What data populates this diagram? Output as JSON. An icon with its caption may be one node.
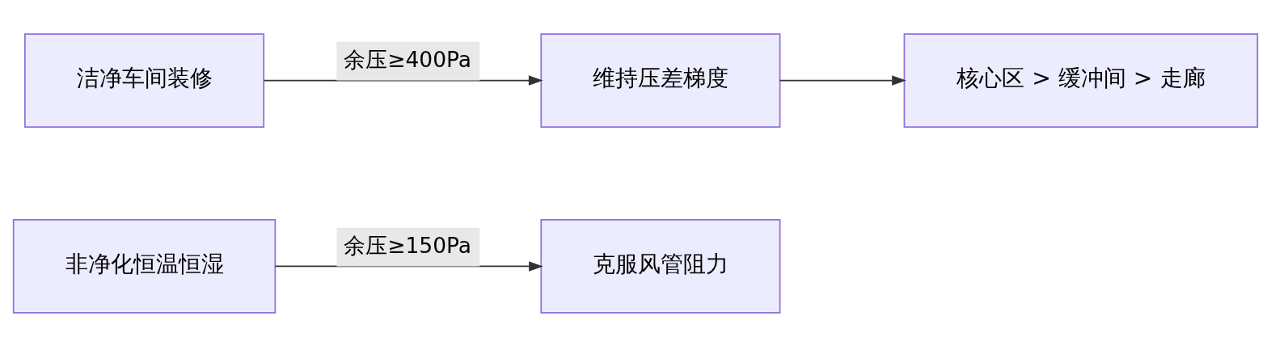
{
  "diagram": {
    "nodes": [
      {
        "text": [
          "非净化恒温恒湿"
        ]
      },
      {
        "text": [
          "克服风管阻力"
        ]
      },
      {
        "text": [
          "洁净车间装修"
        ]
      },
      {
        "text": [
          "维持压差梯度"
        ]
      },
      {
        "text": [
          "核心区 > 缓冲间 > 走廊"
        ]
      }
    ],
    "edges": [
      {
        "from": 0,
        "to": 1,
        "arrow": "to",
        "label": "余压≥150Pa"
      },
      {
        "from": 2,
        "to": 3,
        "arrow": "to",
        "label": "余压≥400Pa"
      },
      {
        "from": 3,
        "to": 4,
        "arrow": "to"
      }
    ]
  }
}
